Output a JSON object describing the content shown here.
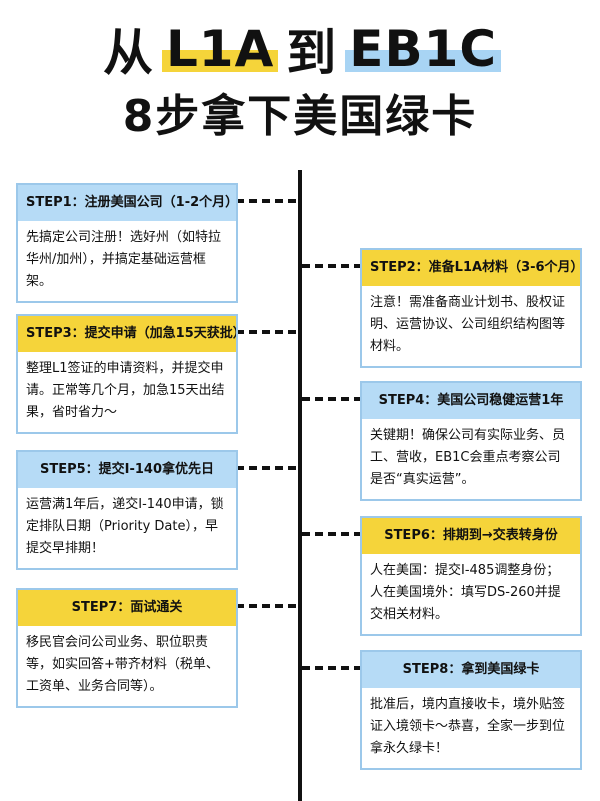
{
  "title": {
    "part1": "从",
    "part2": "L1A",
    "part3": "到",
    "part4": "EB1C",
    "line2": "8步拿下美国绿卡"
  },
  "colors": {
    "yellow": "#f5d43a",
    "blue": "#b6dbf6",
    "line": "#111111"
  },
  "steps": [
    {
      "title": "STEP1：注册美国公司（1-2个月）",
      "body": "先搞定公司注册！选好州（如特拉华州/加州），并搞定基础运营框架。"
    },
    {
      "title": "STEP2：准备L1A材料（3-6个月）",
      "body": "注意！需准备商业计划书、股权证明、运营协议、公司组织结构图等材料。"
    },
    {
      "title": "STEP3：提交申请（加急15天获批）",
      "body": "整理L1签证的申请资料，并提交申请。正常等几个月，加急15天出结果，省时省力～"
    },
    {
      "title": "STEP4：美国公司稳健运营1年",
      "body": "关键期！确保公司有实际业务、员工、营收，EB1C会重点考察公司是否“真实运营”。"
    },
    {
      "title": "STEP5：提交I-140拿优先日",
      "body": "运营满1年后，递交I-140申请，锁定排队日期（Priority Date），早提交早排期！"
    },
    {
      "title": "STEP6：排期到→交表转身份",
      "body": "人在美国：提交I-485调整身份；人在美国境外：填写DS-260并提交相关材料。"
    },
    {
      "title": "STEP7：面试通关",
      "body": "移民官会问公司业务、职位职责等，如实回答+带齐材料（税单、工资单、业务合同等）。"
    },
    {
      "title": "STEP8：拿到美国绿卡",
      "body": "批准后，境内直接收卡，境外贴签证入境领卡～恭喜，全家一步到位拿永久绿卡！"
    }
  ]
}
